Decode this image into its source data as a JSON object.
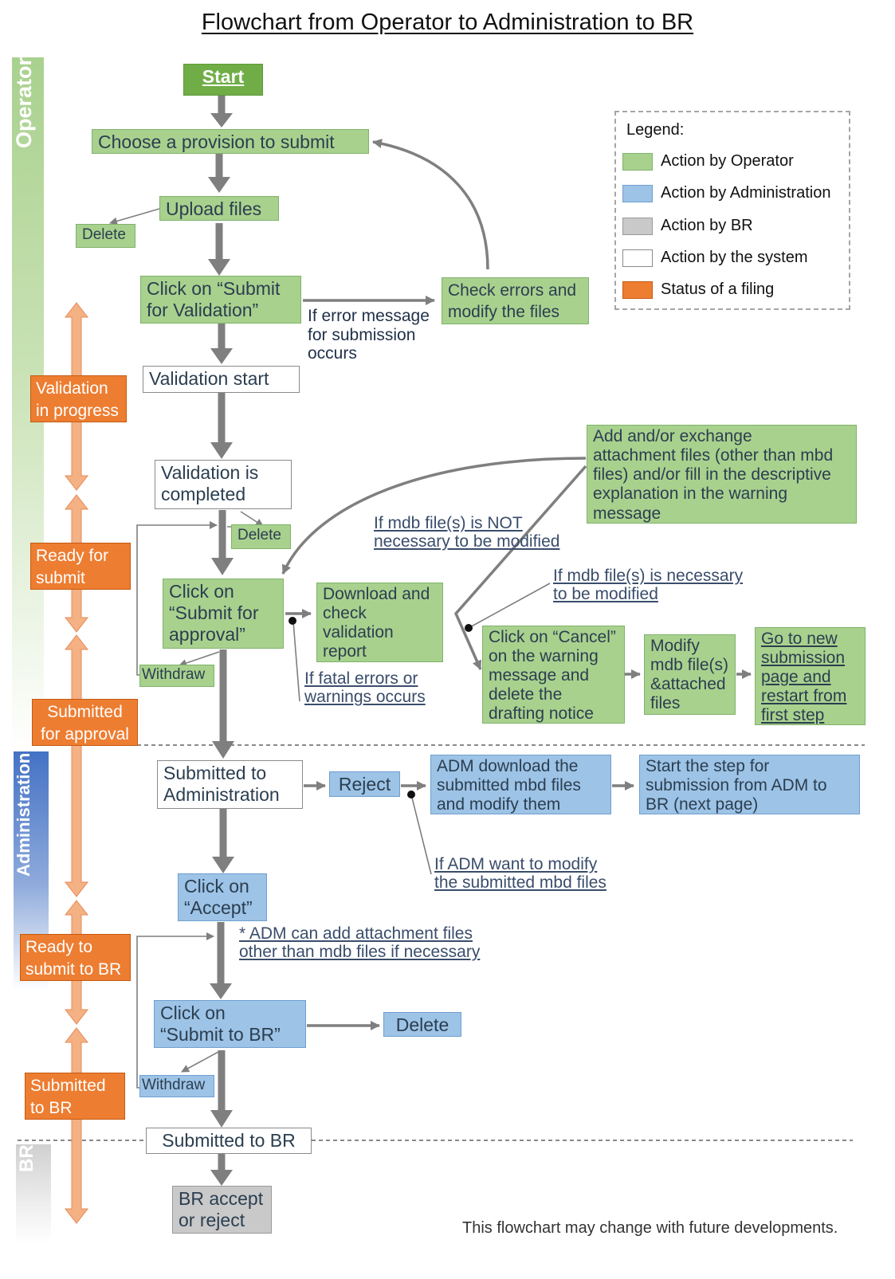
{
  "title": "Flowchart from Operator to Administration to BR",
  "lanes": {
    "operator": "Operator",
    "administration": "Administration",
    "br": "BR"
  },
  "boxes": {
    "start": "Start",
    "choose_provision": "Choose a provision to submit",
    "upload_files": "Upload files",
    "delete_upload": "Delete",
    "click_submit_validation": "Click on “Submit\nfor Validation”",
    "check_errors": "Check errors and\nmodify the files",
    "validation_start": "Validation start",
    "validation_completed": "Validation is\ncompleted",
    "delete_validation": "Delete",
    "click_submit_approval": "Click on\n“Submit for\napproval”",
    "download_report": "Download and\ncheck\nvalidation\nreport",
    "withdraw_operator": "Withdraw",
    "add_exchange": "Add and/or exchange\nattachment files (other than mbd\nfiles) and/or fill in the descriptive\nexplanation in the warning\nmessage",
    "click_cancel": "Click on “Cancel”\non the warning\nmessage and\ndelete the\ndrafting notice",
    "modify_mbd": "Modify\nmdb file(s)\n&attached\nfiles",
    "go_new_submission": "Go to new\nsubmission\npage and\nrestart from\nfirst step",
    "submitted_admin": "Submitted to\nAdministration",
    "reject": "Reject",
    "adm_download": "ADM download the\nsubmitted mbd files\nand modify them",
    "start_step_br": "Start the step for\nsubmission from ADM to\nBR (next page)",
    "click_accept": "Click on\n“Accept”",
    "click_submit_br": "Click on\n“Submit to BR”",
    "delete_br": "Delete",
    "withdraw_admin": "Withdraw",
    "submitted_br": "Submitted to BR",
    "br_accept": "BR accept\nor reject"
  },
  "notes": {
    "if_error": "If error message\nfor submission\noccurs",
    "mdb_not_necessary": "If mdb file(s) is NOT\nnecessary to be modified",
    "mdb_necessary": "If mdb file(s) is necessary\nto be modified",
    "fatal_errors": "If fatal errors or\nwarnings occurs",
    "adm_modify": "If ADM want to modify\nthe submitted mbd files",
    "adm_attach": "* ADM can add attachment files\nother than mdb files if necessary"
  },
  "statuses": {
    "validation_in_progress": "Validation\nin progress",
    "ready_for_submit": "Ready for\nsubmit",
    "submitted_for_approval": "Submitted\nfor approval",
    "ready_to_submit_br": "Ready to\nsubmit to BR",
    "submitted_to_br": "Submitted\nto BR"
  },
  "legend": {
    "title": "Legend:",
    "items": [
      {
        "label": "Action by Operator",
        "color": "#a9d18e"
      },
      {
        "label": "Action by Administration",
        "color": "#9dc3e6"
      },
      {
        "label": "Action by BR",
        "color": "#c9c9c9"
      },
      {
        "label": "Action by the system",
        "color": "#ffffff"
      },
      {
        "label": "Status of a filing",
        "color": "#ed7d31"
      }
    ]
  },
  "footer": "This flowchart may change with future developments."
}
